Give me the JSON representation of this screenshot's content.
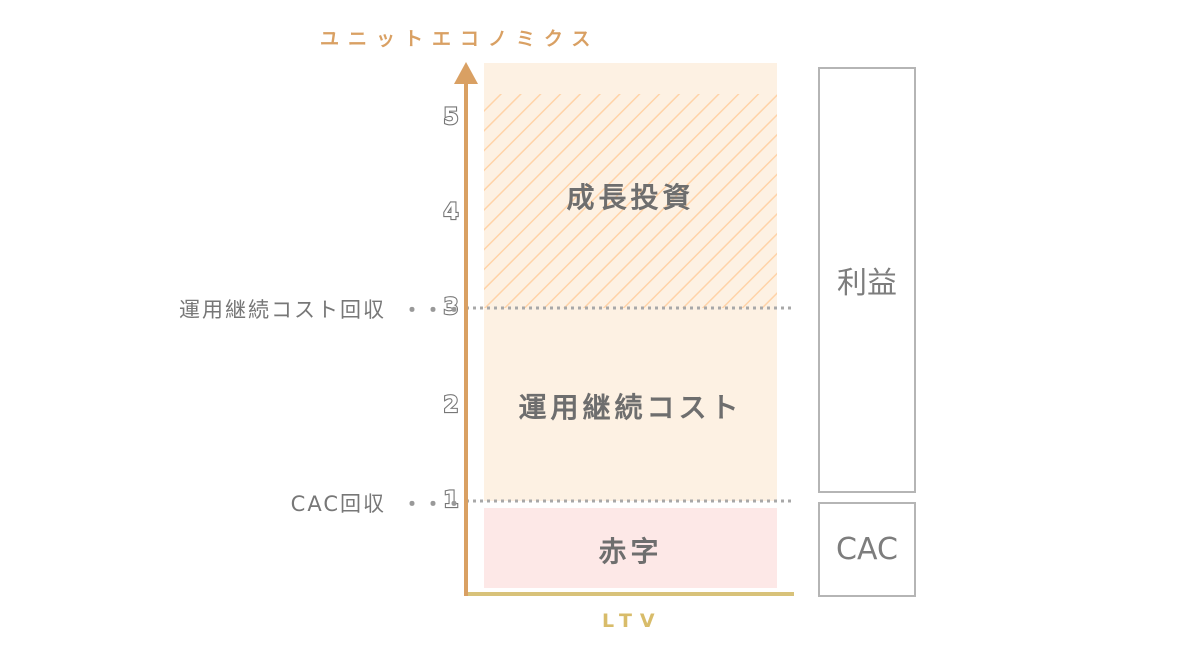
{
  "y_axis": {
    "title": "ユニットエコノミクス",
    "ticks": [
      "1",
      "2",
      "3",
      "4",
      "5"
    ]
  },
  "x_axis": {
    "title": "LTV"
  },
  "reference_lines": [
    {
      "value": 3,
      "label": "運用継続コスト回収",
      "dots": "・・・"
    },
    {
      "value": 1,
      "label": "CAC回収",
      "dots": "・・・"
    }
  ],
  "zones": {
    "growth": {
      "label": "成長投資",
      "color": "#ffc58a"
    },
    "operation": {
      "label": "運用継続コスト",
      "color": "#fdf1e3"
    },
    "deficit": {
      "label": "赤字",
      "color": "#fde8e7"
    }
  },
  "side_boxes": {
    "profit": "利益",
    "cac": "CAC"
  },
  "colors": {
    "y_axis": "#d9a063",
    "x_axis": "#d8c27a",
    "y_title": "#d9a063",
    "x_title": "#d8bc6a"
  }
}
